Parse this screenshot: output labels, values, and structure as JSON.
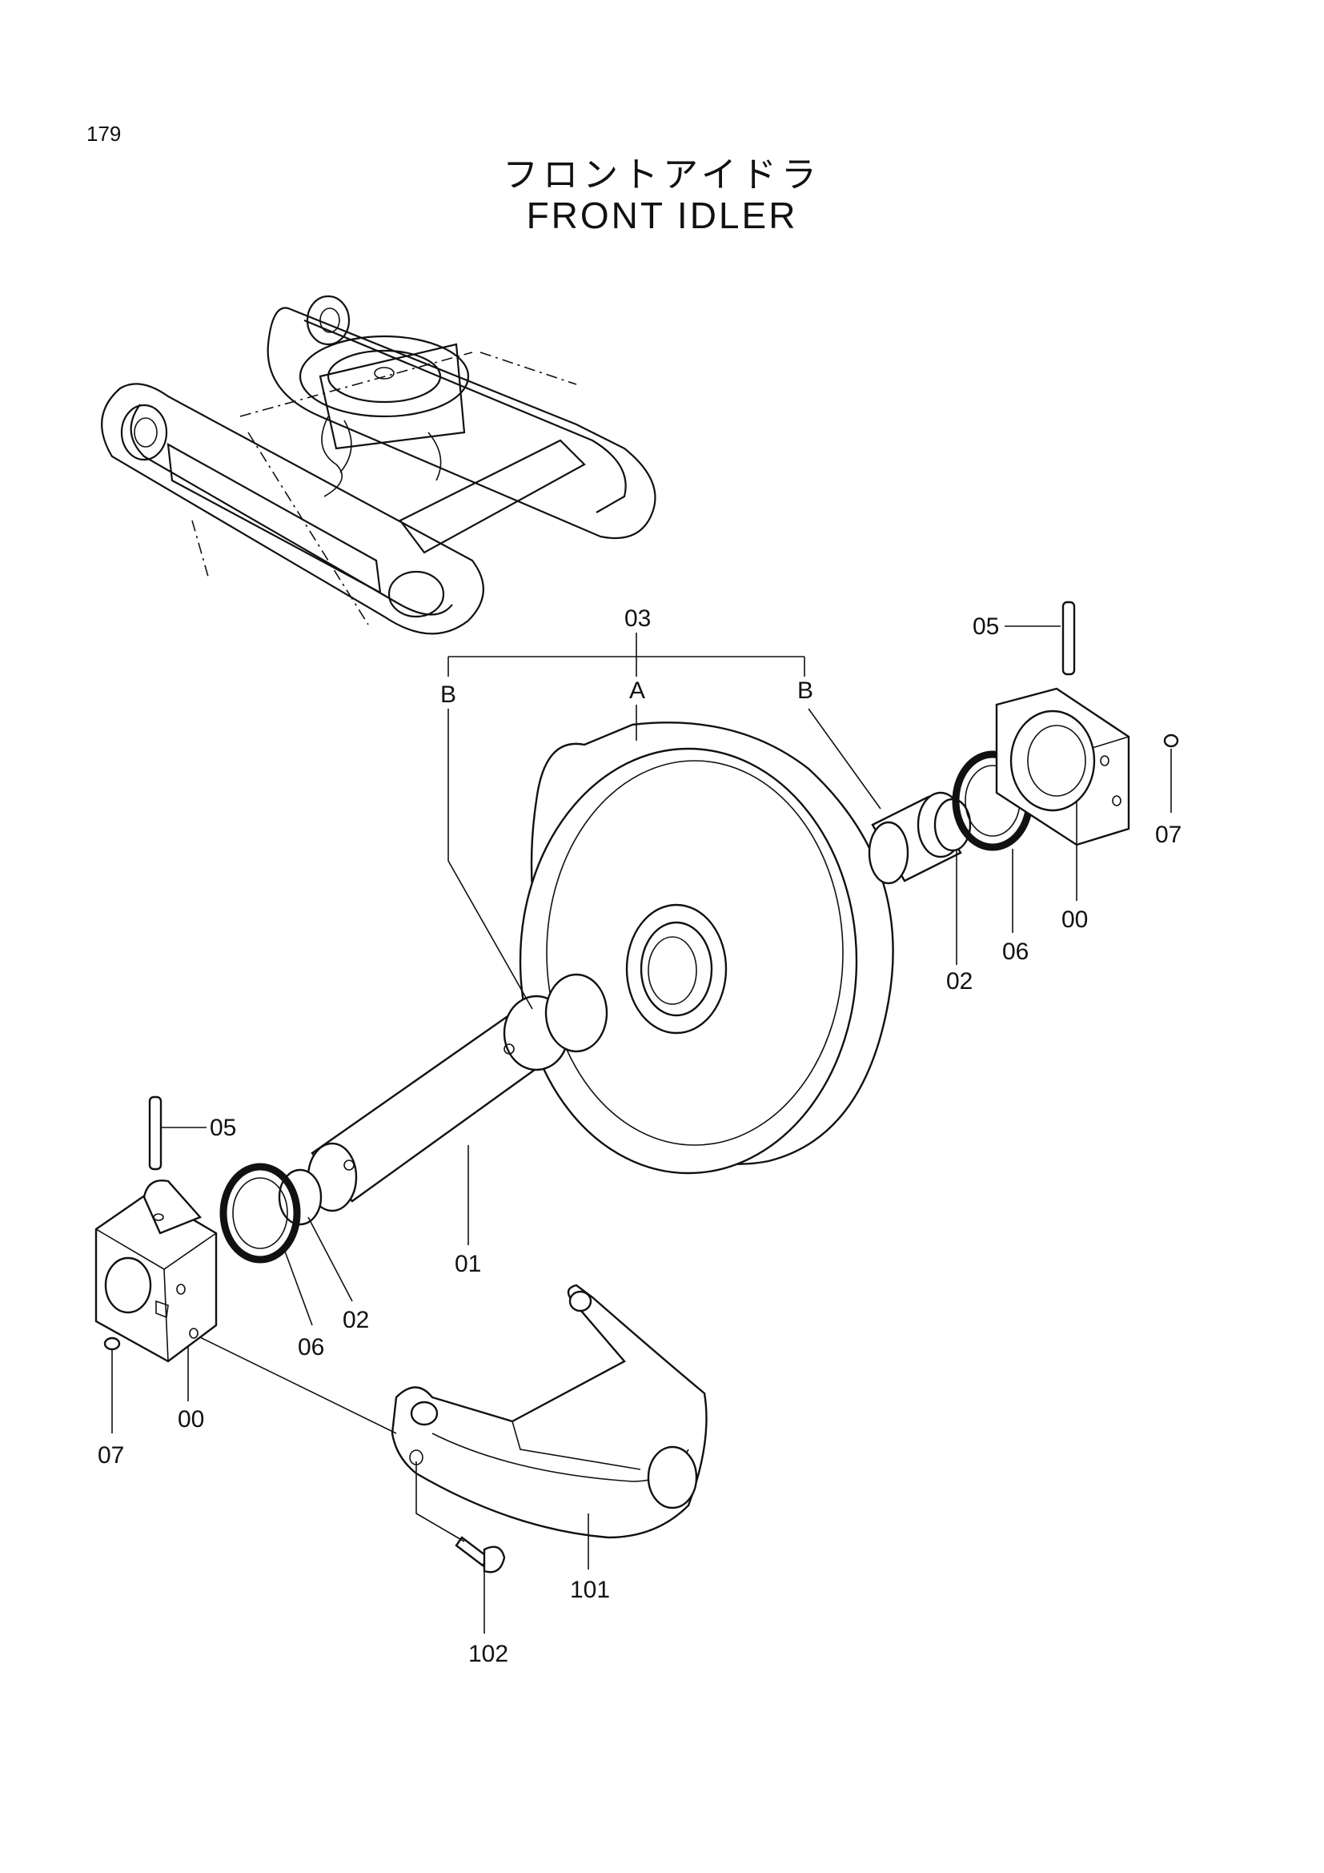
{
  "header": {
    "page_number": "179",
    "title_jp": "フロントアイドラ",
    "title_en": "FRONT IDLER"
  },
  "callouts": {
    "assembly": "03",
    "sub_a": "A",
    "sub_b": "B",
    "shaft": "01",
    "o_ring": "02",
    "floating_seal": "06",
    "bracket": "00",
    "pin": "05",
    "plug": "07",
    "yoke": "101",
    "bolt": "102"
  }
}
